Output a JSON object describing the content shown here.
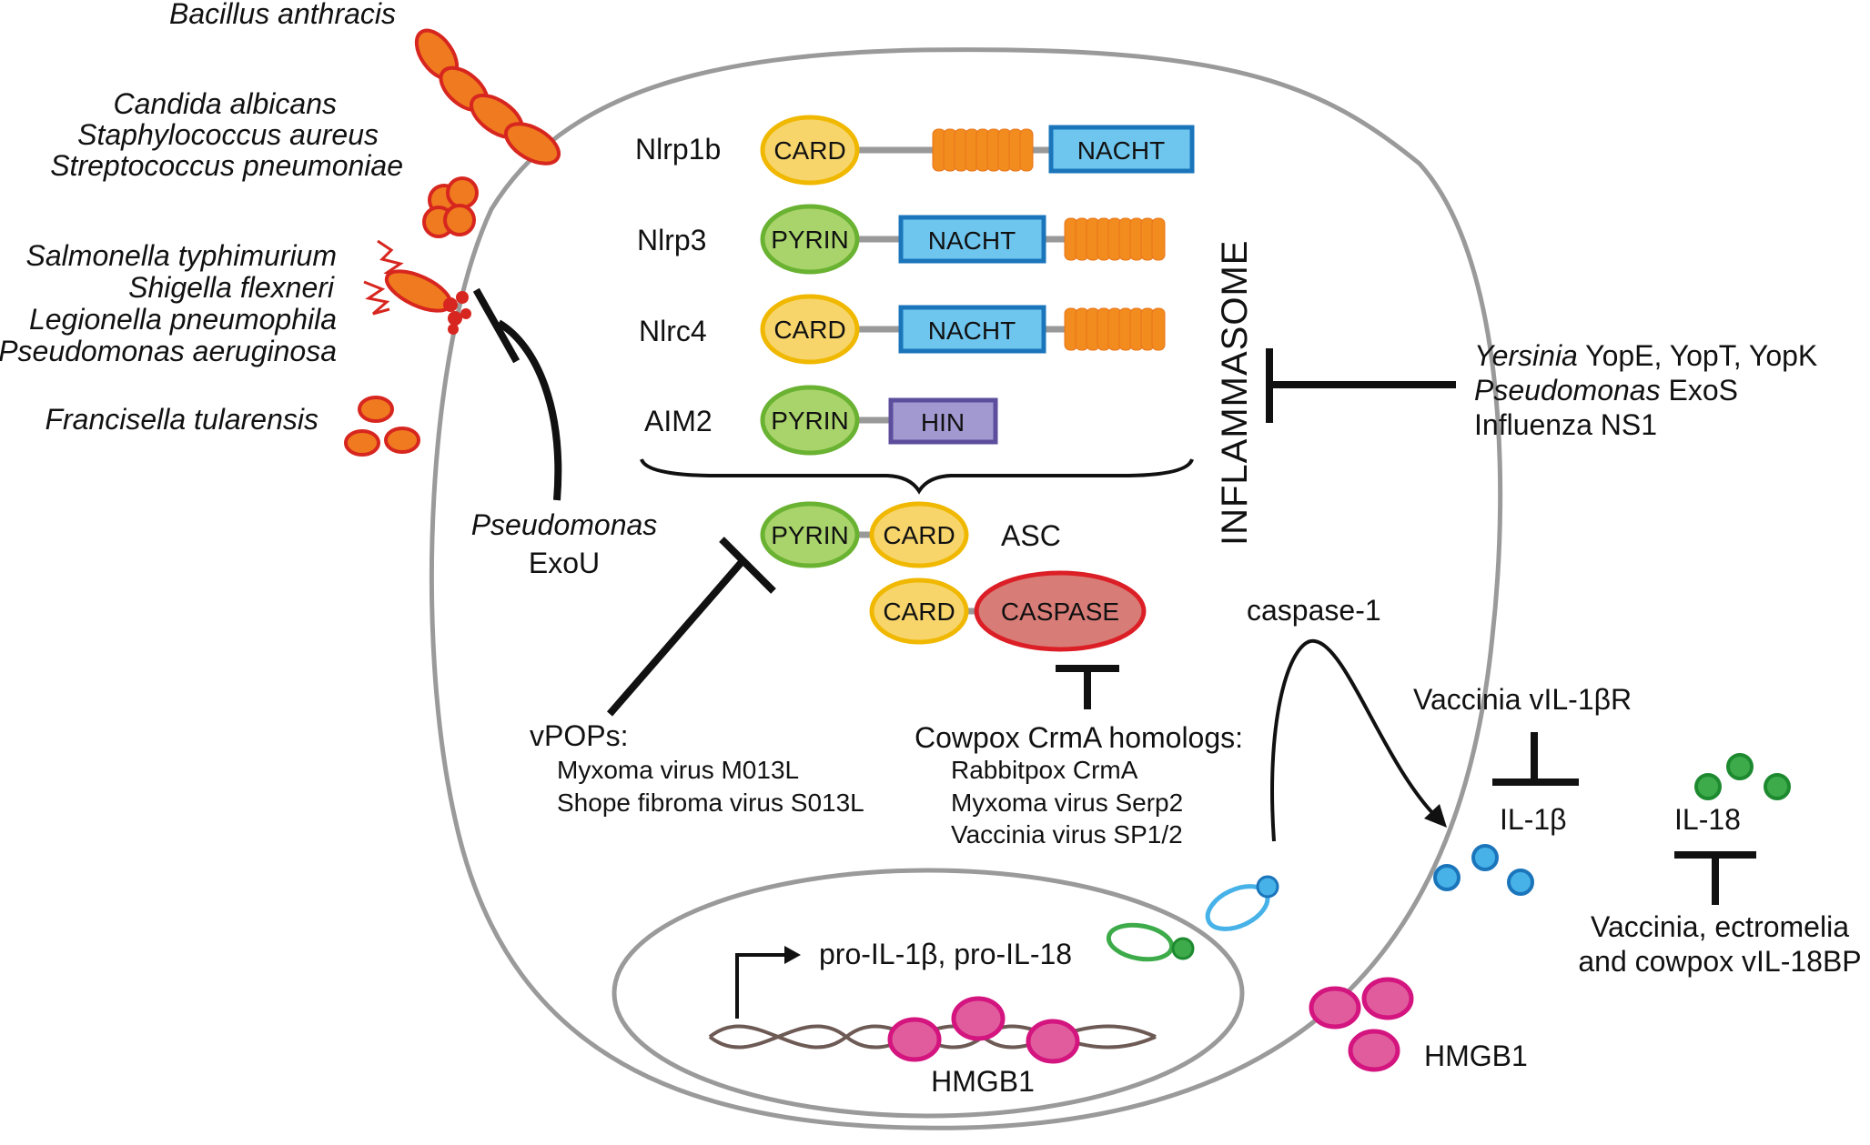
{
  "pathogens": [
    "Bacillus anthracis",
    "Candida albicans",
    "Staphylococcus aureus",
    "Streptococcus pneumoniae",
    "Salmonella typhimurium",
    "Shigella flexneri",
    "Legionella pneumophila",
    "Pseudomonas aeruginosa",
    "Francisella tularensis"
  ],
  "receptors": [
    {
      "name": "Nlrp1b",
      "domains": [
        "CARD",
        "NACHT"
      ]
    },
    {
      "name": "Nlrp3",
      "domains": [
        "PYRIN",
        "NACHT"
      ]
    },
    {
      "name": "Nlrc4",
      "domains": [
        "CARD",
        "NACHT"
      ]
    },
    {
      "name": "AIM2",
      "domains": [
        "PYRIN",
        "HIN"
      ]
    }
  ],
  "asc": {
    "label": "ASC",
    "domains": [
      "PYRIN",
      "CARD"
    ]
  },
  "caspase": {
    "label": "caspase-1",
    "domains": [
      "CARD",
      "CASPASE"
    ]
  },
  "inflammasome_label": "INFLAMMASOME",
  "inhibitors": {
    "exou": {
      "genus": "Pseudomonas",
      "name": "ExoU"
    },
    "inflammasome_right": [
      {
        "italic": "Yersinia",
        "rest": " YopE, YopT, YopK"
      },
      {
        "italic": "Pseudomonas",
        "rest": " ExoS"
      },
      {
        "italic": "",
        "rest": "Influenza NS1"
      }
    ],
    "vpops": {
      "title": "vPOPs:",
      "items": [
        "Myxoma virus M013L",
        "Shope fibroma virus S013L"
      ]
    },
    "crma": {
      "title": "Cowpox CrmA homologs:",
      "items": [
        "Rabbitpox CrmA",
        "Myxoma virus Serp2",
        "Vaccinia virus SP1/2"
      ]
    },
    "vil1br": "Vaccinia vIL-1βR",
    "vil18bp": [
      "Vaccinia, ectromelia",
      "and cowpox vIL-18BP"
    ]
  },
  "cytokines": {
    "il1b": "IL-1β",
    "il18": "IL-18"
  },
  "nucleus": {
    "transcript": "pro-IL-1β, pro-IL-18",
    "hmgb1": "HMGB1"
  },
  "hmgb1_out": "HMGB1",
  "colors": {
    "card": "#f7d56b",
    "card_stroke": "#f0b800",
    "pyrin": "#a9d46b",
    "pyrin_stroke": "#6ab232",
    "nacht": "#6ec6ef",
    "nacht_stroke": "#1b75bb",
    "lrr": "#f28c1e",
    "hin": "#a199cf",
    "hin_stroke": "#5c4e9c",
    "caspase": "#d87c77",
    "caspase_stroke": "#dc1f26",
    "bacteria": "#ef7a1f",
    "bacteria_stroke": "#d7261f",
    "il1b": "#47b2e8",
    "il18": "#3dab4a",
    "hmgb1": "#e05c9d",
    "hmgb1_stroke": "#d4147f"
  }
}
